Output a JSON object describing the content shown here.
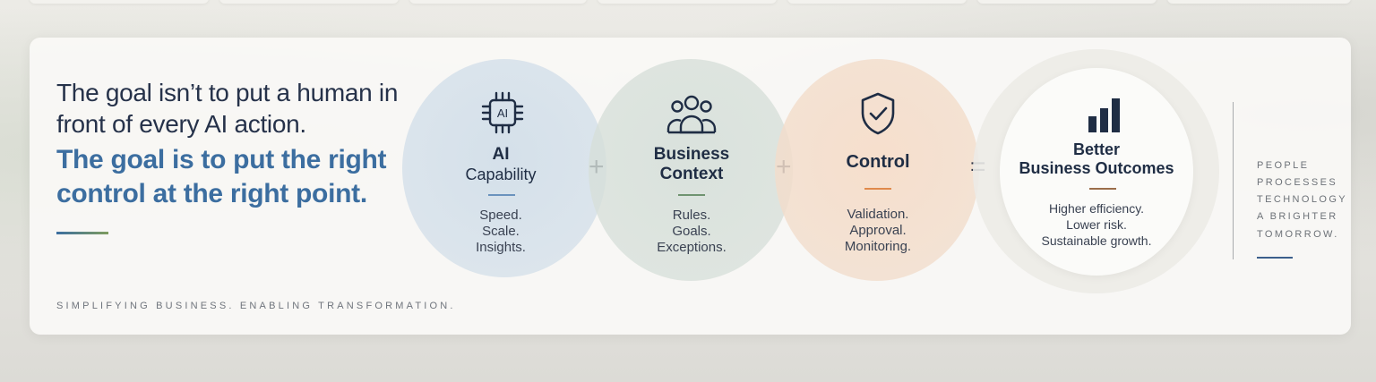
{
  "headline": {
    "line1": "The goal isn’t to put a human in front of every AI action.",
    "line2": "The goal is to put the right control at the right point."
  },
  "tagline": "SIMPLIFYING BUSINESS. ENABLING TRANSFORMATION.",
  "equation": {
    "terms": [
      {
        "icon": "ai-chip-icon",
        "icon_text": "AI",
        "title": "AI",
        "subtitle": "Capability",
        "lines": [
          "Speed.",
          "Scale.",
          "Insights."
        ],
        "accent": "#6a93bd"
      },
      {
        "icon": "people-group-icon",
        "title": "Business",
        "subtitle": "Context",
        "lines": [
          "Rules.",
          "Goals.",
          "Exceptions."
        ],
        "accent": "#6f9470"
      },
      {
        "icon": "shield-check-icon",
        "title": "Control",
        "subtitle": "",
        "lines": [
          "Validation.",
          "Approval.",
          "Monitoring."
        ],
        "accent": "#e08a4c"
      }
    ],
    "operators": [
      "+",
      "+",
      "="
    ],
    "result": {
      "icon": "bar-chart-icon",
      "title_line1": "Better",
      "title_line2": "Business Outcomes",
      "lines": [
        "Higher efficiency.",
        "Lower risk.",
        "Sustainable growth."
      ],
      "accent": "#9b6e4a"
    }
  },
  "pillars": [
    "PEOPLE",
    "PROCESSES",
    "TECHNOLOGY",
    "A BRIGHTER",
    "TOMORROW."
  ],
  "colors": {
    "headline_dark": "#26324a",
    "headline_blue": "#3c6ea0",
    "text_dark": "#1f2d44"
  }
}
